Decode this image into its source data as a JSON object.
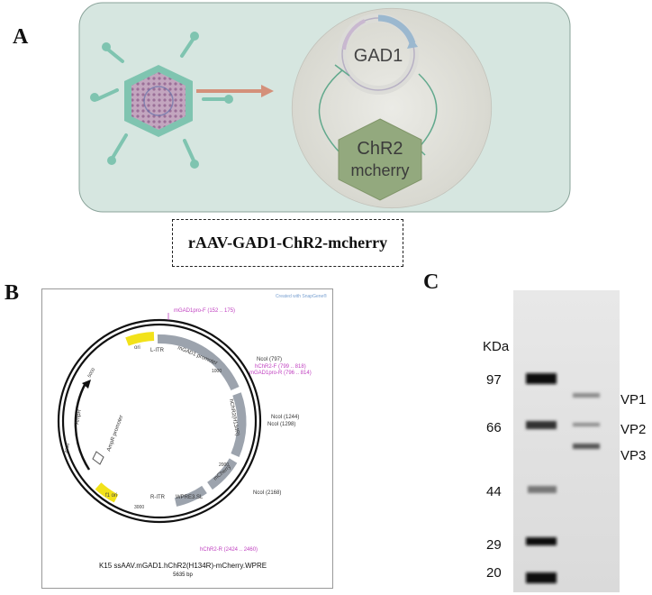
{
  "panels": {
    "a": {
      "letter": "A"
    },
    "b": {
      "letter": "B"
    },
    "c": {
      "letter": "C"
    }
  },
  "panel_a": {
    "gene_label": "GAD1",
    "reporter_line1": "ChR2",
    "reporter_line2": "mcherry",
    "construct_label": "rAAV-GAD1-ChR2-mcherry",
    "colors": {
      "background": "#d6e6e0",
      "cell": "#e2e2dc",
      "arrow": "#d4907a",
      "capsid": "#7fc4b0",
      "hexagon": "#93a97e"
    }
  },
  "panel_b": {
    "watermark": "Created with SnapGene®",
    "title": "K15 ssAAV.mGAD1.hChR2(H134R)-mCherry.WPRE",
    "size": "5635 bp",
    "features": {
      "ori": "ori",
      "f1_ori": "f1 ori",
      "ampr": "AmpR",
      "ampr_promoter": "AmpR promoter",
      "litr": "L-ITR",
      "ritr": "R-ITR",
      "promoter": "mGAD1 promoter",
      "chr2": "hChR2(H134R)",
      "mcherry": "mCherry",
      "wpre": "WPRE3.SL"
    },
    "sites": {
      "mgad1pro_f": "mGAD1pro-F  (152 .. 175)",
      "nco1": "NcoI  (797)",
      "hchr2_f": "hChR2-F  (799 .. 818)",
      "mgad1pro_r": "mGAD1pro-R  (796 .. 814)",
      "nco2": "NcoI  (1244)",
      "nco3": "NcoI  (1298)",
      "nco4": "NcoI  (2168)",
      "hchr2_r": "hChR2-R  (2424 .. 2460)"
    },
    "ticks": {
      "t1000": "1000",
      "t2000": "2000",
      "t3000": "3000",
      "t4000": "4000",
      "t5000": "5000"
    }
  },
  "panel_c": {
    "unit": "KDa",
    "ladder": [
      {
        "label": "97",
        "value": 97
      },
      {
        "label": "66",
        "value": 66
      },
      {
        "label": "44",
        "value": 44
      },
      {
        "label": "29",
        "value": 29
      },
      {
        "label": "20",
        "value": 20
      }
    ],
    "bands": [
      {
        "label": "VP1"
      },
      {
        "label": "VP2"
      },
      {
        "label": "VP3"
      }
    ]
  }
}
